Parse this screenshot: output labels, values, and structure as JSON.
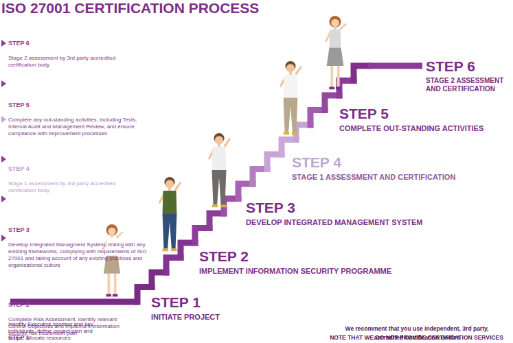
{
  "diagram": {
    "title": "ISO 27001 CERTIFICATION PROCESS",
    "nodes": [
      {
        "text": [
          "STEP 1",
          "INITIATE PROJECT"
        ]
      },
      {
        "text": [
          "STEP 2",
          "IMPLEMENT INFORMATION SECURITY PROGRAMME"
        ]
      },
      {
        "text": [
          "STEP 3",
          "DEVELOP INTEGRATED MANAGEMENT SYSTEM"
        ]
      },
      {
        "text": [
          "STEP 4",
          "STAGE 1 ASSESSMENT AND CERTIFICATION"
        ]
      },
      {
        "text": [
          "STEP 5",
          "COMPLETE OUT-STANDING ACTIVITIES"
        ]
      },
      {
        "text": [
          "STEP 6",
          "STAGE 2 ASSESSMENT AND CERTIFICATION"
        ]
      }
    ],
    "labels": [
      "STEP 6",
      "Stage 2 assessment by 3rd party accredited certification body",
      "STEP 5",
      "Complete any out-standing activities, including Tests, Internal Audit and Management Review, and ensure compliance with improvement processes",
      "STEP 4",
      "Stage 1 assessment by 3rd party accredited certification body",
      "STEP 3",
      "Develop Integrated Managment System, linking with any existing frameworks, complying with requirements of ISO 27001 and taking account of any existing practices and organisational culture",
      "STEP 2",
      "Complete Risk Assessment.  Identify relevant Control Objectives and implement information security risk treatement plan",
      "STEP 1",
      "Identify Executive sponsor and key individuals, define project plan and scope; allocate resources",
      "NOTE THAT WE DO NOT PROVIDE CERTIFICATION SERVICES",
      "We recomment that you use independent, 3rd party, accredited Certification Bodies"
    ]
  }
}
